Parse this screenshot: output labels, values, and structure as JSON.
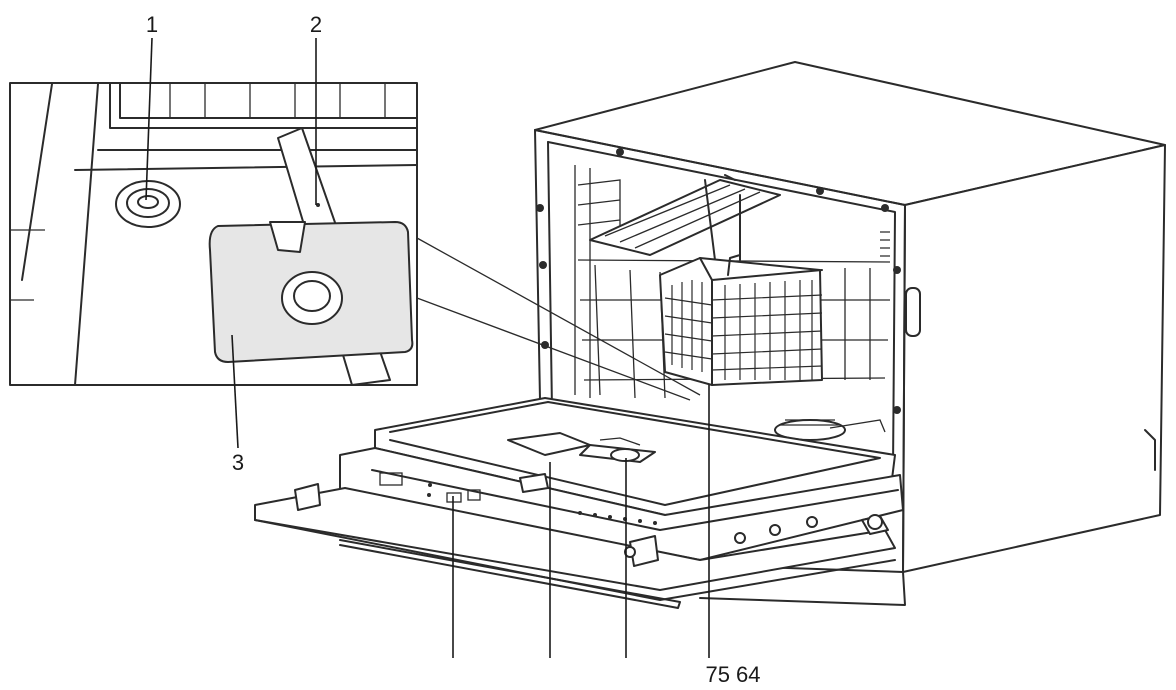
{
  "callouts": {
    "c1": "1",
    "c2": "2",
    "c3": "3",
    "bottom_group": "75 64"
  },
  "colors": {
    "line": "#2b2b2b",
    "background": "#ffffff",
    "filter_mesh": "#e6e6e6"
  }
}
